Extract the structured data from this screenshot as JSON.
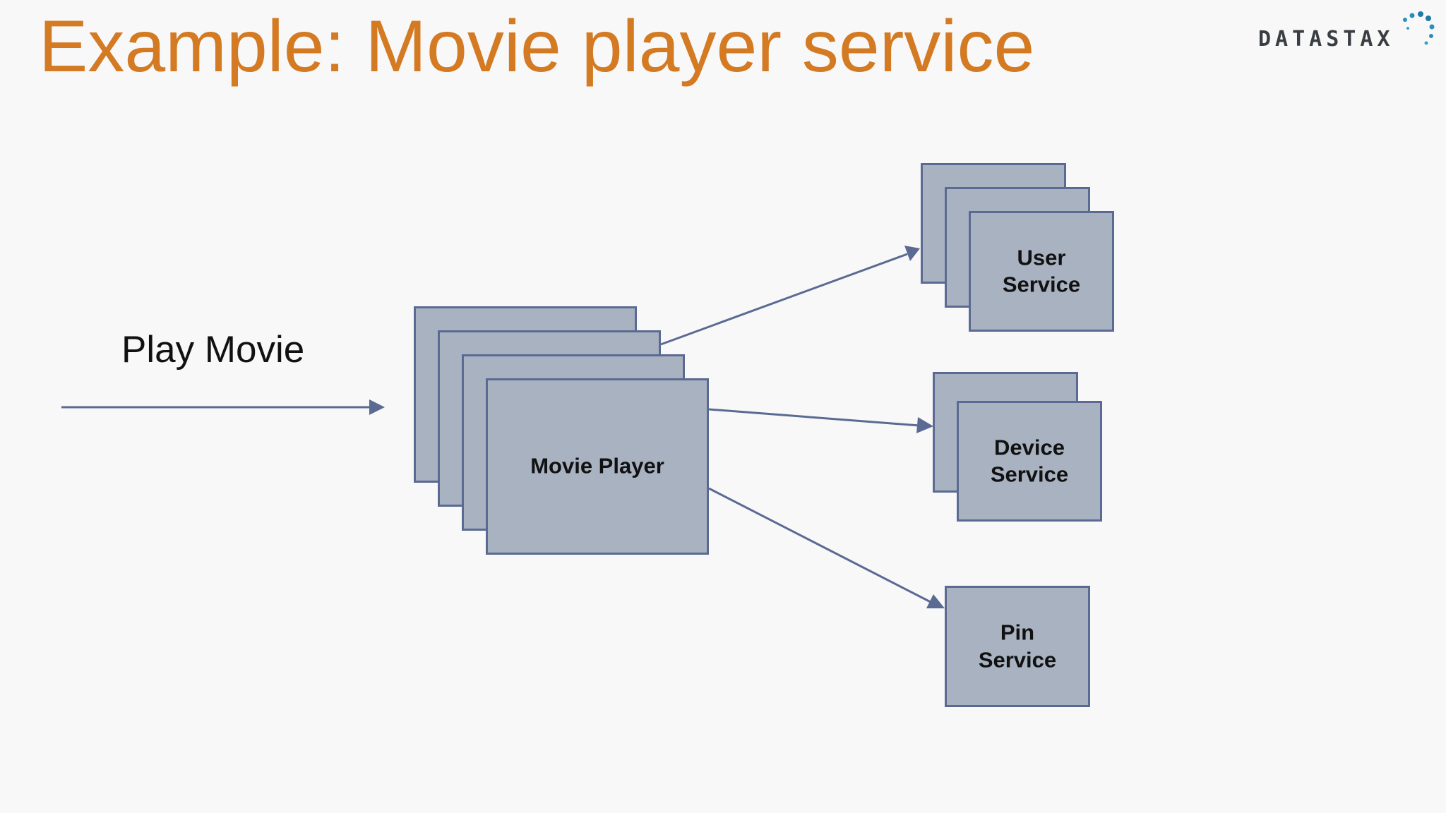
{
  "slide": {
    "title": "Example: Movie player service",
    "brand": "DATASTAX",
    "input_label": "Play Movie"
  },
  "diagram": {
    "nodes": [
      {
        "id": "movie-player",
        "label": "Movie Player",
        "instances": 4
      },
      {
        "id": "user-service",
        "label": "User\nService",
        "instances": 3
      },
      {
        "id": "device-service",
        "label": "Device\nService",
        "instances": 2
      },
      {
        "id": "pin-service",
        "label": "Pin\nService",
        "instances": 1
      }
    ],
    "edges": [
      {
        "from": "input",
        "to": "movie-player"
      },
      {
        "from": "movie-player",
        "to": "user-service"
      },
      {
        "from": "movie-player",
        "to": "device-service"
      },
      {
        "from": "movie-player",
        "to": "pin-service"
      }
    ]
  },
  "colors": {
    "title": "#d37a22",
    "box_fill": "#a9b2c1",
    "box_border": "#5a6a92",
    "arrow": "#5a6a92"
  }
}
